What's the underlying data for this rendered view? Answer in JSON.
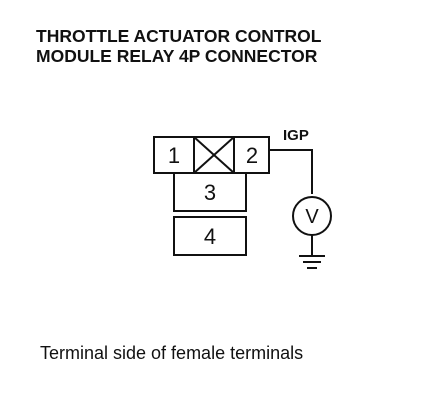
{
  "title": {
    "line1": "THROTTLE ACTUATOR CONTROL",
    "line2": "MODULE RELAY 4P CONNECTOR"
  },
  "connector": {
    "terminals": [
      {
        "number": "1",
        "blank": false
      },
      {
        "number": "",
        "blank": true
      },
      {
        "number": "2",
        "blank": false
      },
      {
        "number": "3",
        "blank": false
      },
      {
        "number": "4",
        "blank": false
      }
    ]
  },
  "circuit": {
    "signal_label": "IGP",
    "meter_symbol": "V"
  },
  "caption": "Terminal side of female terminals",
  "colors": {
    "ink": "#111111",
    "background": "#ffffff"
  },
  "icons": {
    "meter": "voltmeter-icon",
    "ground": "ground-icon",
    "blank": "blank-terminal-icon"
  }
}
